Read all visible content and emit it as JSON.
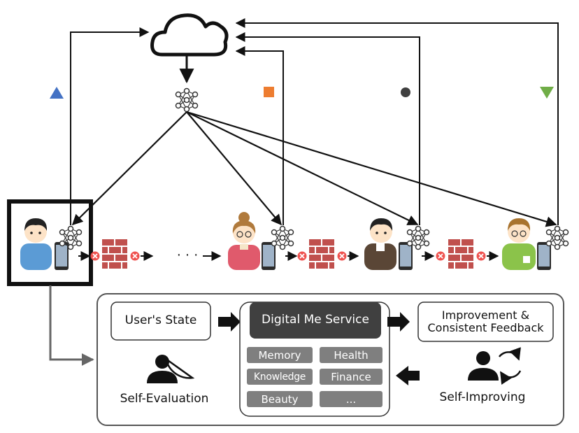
{
  "colors": {
    "triangle_up": "#4472c4",
    "square": "#ed7d31",
    "dot": "#404040",
    "triangle_down": "#70ad47",
    "firewall": "#c0504d",
    "firewall_block": "#ef5350",
    "chip": "#7f7f7f",
    "service_box": "#404040"
  },
  "icons": {
    "cloud": "cloud-icon",
    "neural_net": "neural-network-icon",
    "firewall": "brick-wall-icon",
    "phone": "smartphone-icon",
    "self_evaluation": "person-with-protractor-icon",
    "self_improving": "person-with-cycle-icon"
  },
  "users": [
    {
      "avatar": "boy-blue-shirt-avatar"
    },
    {
      "avatar": "woman-bun-glasses-avatar"
    },
    {
      "avatar": "man-brown-jacket-avatar"
    },
    {
      "avatar": "man-green-shirt-glasses-avatar"
    }
  ],
  "ellipsis": "· · ·",
  "panel": {
    "users_state": "User's State",
    "service_title": "Digital Me Service",
    "improvement_line1": "Improvement &",
    "improvement_line2": "Consistent Feedback",
    "self_evaluation": "Self-Evaluation",
    "self_improving": "Self-Improving",
    "modules": [
      "Memory",
      "Health",
      "Knowledge",
      "Finance",
      "Beauty",
      "..."
    ]
  }
}
